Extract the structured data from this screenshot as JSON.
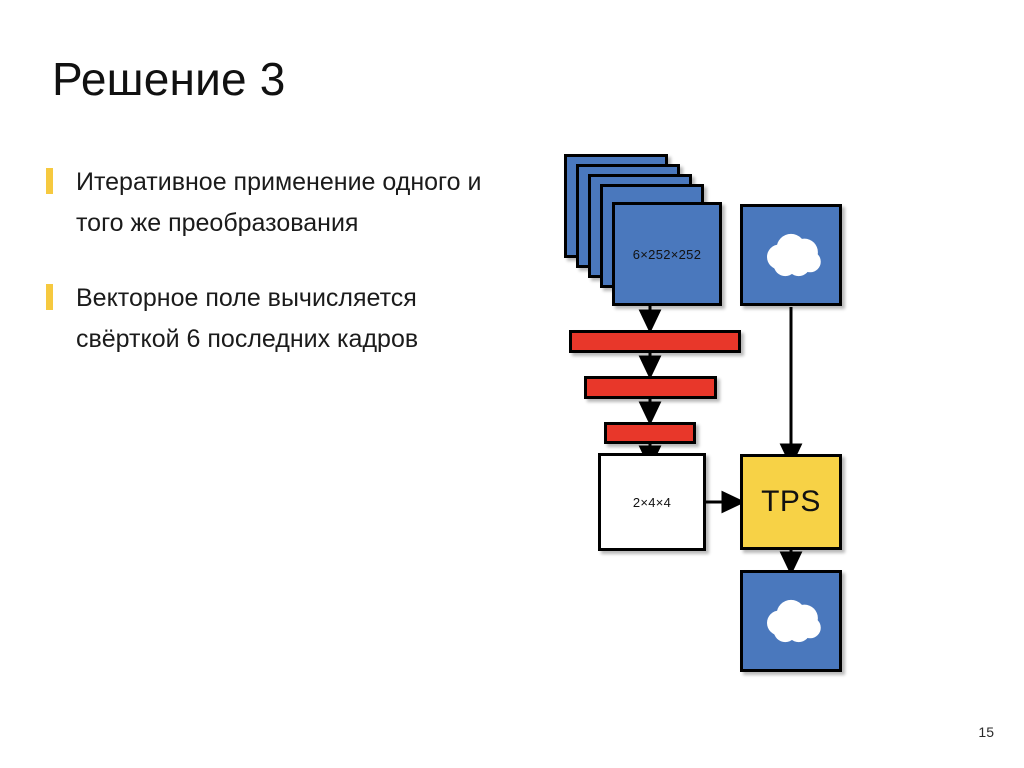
{
  "slide": {
    "title": "Решение 3",
    "page_number": "15",
    "accent_color": "#f6c93f"
  },
  "bullets": [
    {
      "text": "Итеративное применение одного и того же преобразования"
    },
    {
      "text": "Векторное поле вычисляется свёрткой 6 последних кадров"
    }
  ],
  "diagram": {
    "frame_stack": {
      "label": "6×252×252",
      "color": "#4a78bd",
      "layer_count": 5
    },
    "conv_bars": [
      {
        "color": "#e8372a"
      },
      {
        "color": "#e8372a"
      },
      {
        "color": "#e8372a"
      }
    ],
    "tensor_box": {
      "label": "2×4×4",
      "color": "#ffffff"
    },
    "tps_box": {
      "label": "TPS",
      "color": "#f7d246"
    },
    "input_image": {
      "icon": "cloud-icon",
      "color": "#4a78bd"
    },
    "output_image": {
      "icon": "cloud-icon",
      "color": "#4a78bd"
    }
  }
}
